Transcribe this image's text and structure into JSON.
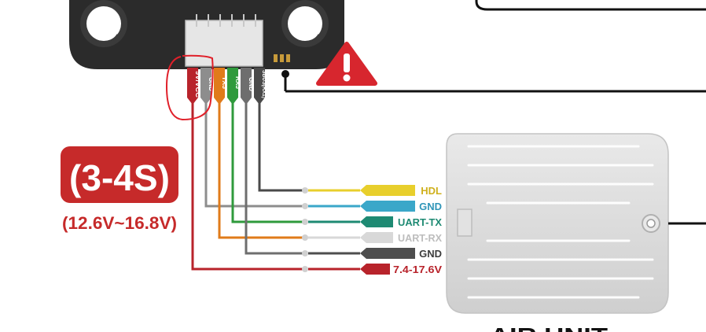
{
  "pins": [
    {
      "label": "9V/VCC",
      "color": "#b8232b"
    },
    {
      "label": "GND",
      "color": "#8d8d8d"
    },
    {
      "label": "TX3",
      "color": "#e07b1a"
    },
    {
      "label": "RX3",
      "color": "#2f9a3c"
    },
    {
      "label": "GND",
      "color": "#6e6e6e"
    },
    {
      "label": "SBUS(RX1)",
      "color": "#4a4a4a"
    }
  ],
  "wires": [
    {
      "label": "HDL",
      "color": "#e8cf2c",
      "text_color": "#cfb01c"
    },
    {
      "label": "GND",
      "color": "#3aa7c9",
      "text_color": "#2f95b8"
    },
    {
      "label": "UART-TX",
      "color": "#1e8a73",
      "text_color": "#1e8a73"
    },
    {
      "label": "UART-RX",
      "color": "#d8d8d8",
      "text_color": "#bdbdbd"
    },
    {
      "label": "GND",
      "color": "#4e4e4e",
      "text_color": "#3c3c3c"
    },
    {
      "label": "7.4-17.6V",
      "color": "#b8232b",
      "text_color": "#b8232b"
    }
  ],
  "battery": {
    "cells": "(3-4S)",
    "voltage": "(12.6V~16.8V)",
    "color": "#c62a2a"
  },
  "air_unit": {
    "label": "AIR UNIT"
  },
  "colors": {
    "warning": "#d7262e",
    "highlight_circle": "#e0202a",
    "board": "#2b2b2b",
    "unit_body": "#d9d9d9"
  }
}
